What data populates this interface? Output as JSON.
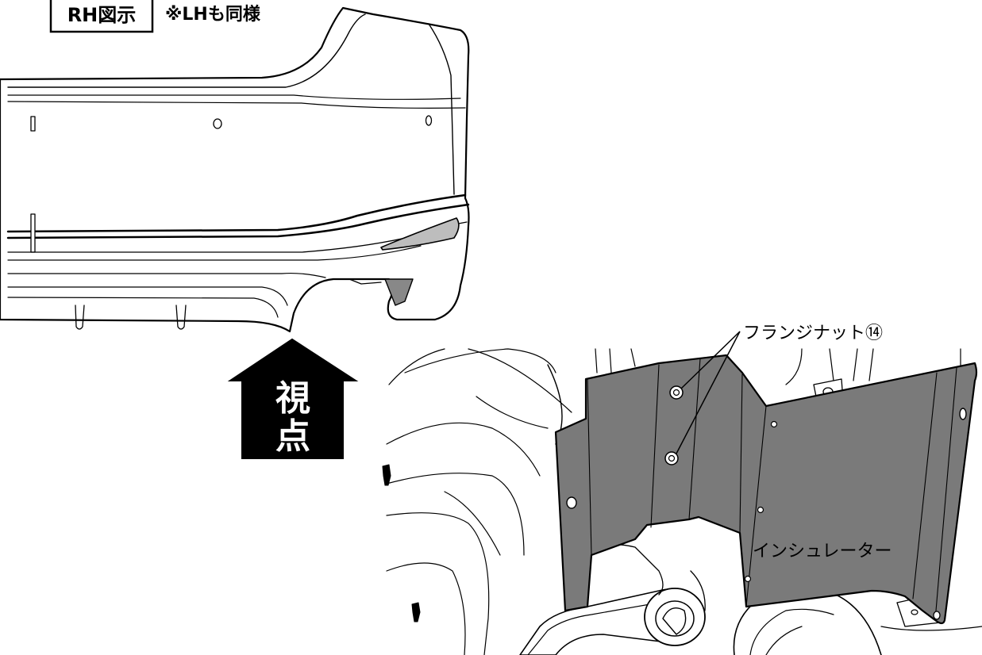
{
  "labels": {
    "view_box": "RH図示",
    "note": "※LHも同様",
    "viewpoint_line1": "視",
    "viewpoint_line2": "点",
    "flange_nut": "フランジナット⑭",
    "insulator": "インシュレーター"
  },
  "colors": {
    "line": "#000000",
    "insulator_fill": "#7a7a7a",
    "bumper_fill": "#ffffff",
    "reflector_fill": "#bdbdbd",
    "arrow_fill": "#000000",
    "arrow_text": "#ffffff"
  }
}
